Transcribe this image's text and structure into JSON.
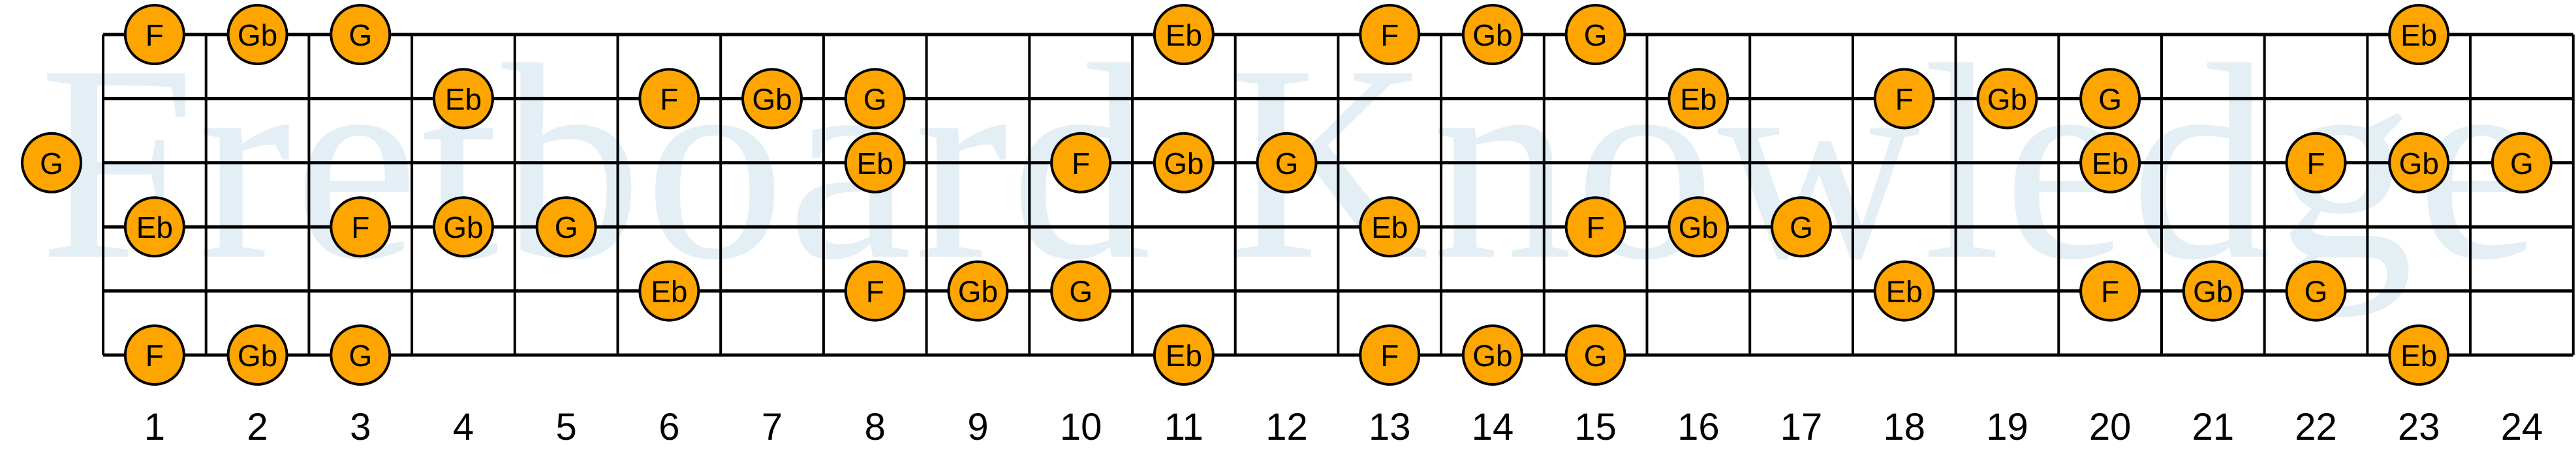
{
  "title": "Fretboard Knowledge",
  "watermark_text": "Fretboard Knowledge",
  "colors": {
    "note_fill": "#ffa500",
    "note_stroke": "#000000",
    "grid": "#000000",
    "watermark": "#e4eef5",
    "background": "#ffffff"
  },
  "fretboard": {
    "num_strings": 6,
    "num_frets": 24,
    "fret_numbers": [
      "1",
      "2",
      "3",
      "4",
      "5",
      "6",
      "7",
      "8",
      "9",
      "10",
      "11",
      "12",
      "13",
      "14",
      "15",
      "16",
      "17",
      "18",
      "19",
      "20",
      "21",
      "22",
      "23",
      "24"
    ],
    "notes": [
      {
        "string": 1,
        "fret": 1,
        "label": "F"
      },
      {
        "string": 1,
        "fret": 2,
        "label": "Gb"
      },
      {
        "string": 1,
        "fret": 3,
        "label": "G"
      },
      {
        "string": 1,
        "fret": 11,
        "label": "Eb"
      },
      {
        "string": 1,
        "fret": 13,
        "label": "F"
      },
      {
        "string": 1,
        "fret": 14,
        "label": "Gb"
      },
      {
        "string": 1,
        "fret": 15,
        "label": "G"
      },
      {
        "string": 1,
        "fret": 23,
        "label": "Eb"
      },
      {
        "string": 2,
        "fret": 4,
        "label": "Eb"
      },
      {
        "string": 2,
        "fret": 6,
        "label": "F"
      },
      {
        "string": 2,
        "fret": 7,
        "label": "Gb"
      },
      {
        "string": 2,
        "fret": 8,
        "label": "G"
      },
      {
        "string": 2,
        "fret": 16,
        "label": "Eb"
      },
      {
        "string": 2,
        "fret": 18,
        "label": "F"
      },
      {
        "string": 2,
        "fret": 19,
        "label": "Gb"
      },
      {
        "string": 2,
        "fret": 20,
        "label": "G"
      },
      {
        "string": 3,
        "fret": 0,
        "label": "G"
      },
      {
        "string": 3,
        "fret": 8,
        "label": "Eb"
      },
      {
        "string": 3,
        "fret": 10,
        "label": "F"
      },
      {
        "string": 3,
        "fret": 11,
        "label": "Gb"
      },
      {
        "string": 3,
        "fret": 12,
        "label": "G"
      },
      {
        "string": 3,
        "fret": 20,
        "label": "Eb"
      },
      {
        "string": 3,
        "fret": 22,
        "label": "F"
      },
      {
        "string": 3,
        "fret": 23,
        "label": "Gb"
      },
      {
        "string": 3,
        "fret": 24,
        "label": "G"
      },
      {
        "string": 4,
        "fret": 1,
        "label": "Eb"
      },
      {
        "string": 4,
        "fret": 3,
        "label": "F"
      },
      {
        "string": 4,
        "fret": 4,
        "label": "Gb"
      },
      {
        "string": 4,
        "fret": 5,
        "label": "G"
      },
      {
        "string": 4,
        "fret": 13,
        "label": "Eb"
      },
      {
        "string": 4,
        "fret": 15,
        "label": "F"
      },
      {
        "string": 4,
        "fret": 16,
        "label": "Gb"
      },
      {
        "string": 4,
        "fret": 17,
        "label": "G"
      },
      {
        "string": 5,
        "fret": 6,
        "label": "Eb"
      },
      {
        "string": 5,
        "fret": 8,
        "label": "F"
      },
      {
        "string": 5,
        "fret": 9,
        "label": "Gb"
      },
      {
        "string": 5,
        "fret": 10,
        "label": "G"
      },
      {
        "string": 5,
        "fret": 18,
        "label": "Eb"
      },
      {
        "string": 5,
        "fret": 20,
        "label": "F"
      },
      {
        "string": 5,
        "fret": 21,
        "label": "Gb"
      },
      {
        "string": 5,
        "fret": 22,
        "label": "G"
      },
      {
        "string": 6,
        "fret": 1,
        "label": "F"
      },
      {
        "string": 6,
        "fret": 2,
        "label": "Gb"
      },
      {
        "string": 6,
        "fret": 3,
        "label": "G"
      },
      {
        "string": 6,
        "fret": 11,
        "label": "Eb"
      },
      {
        "string": 6,
        "fret": 13,
        "label": "F"
      },
      {
        "string": 6,
        "fret": 14,
        "label": "Gb"
      },
      {
        "string": 6,
        "fret": 15,
        "label": "G"
      },
      {
        "string": 6,
        "fret": 23,
        "label": "Eb"
      }
    ]
  }
}
